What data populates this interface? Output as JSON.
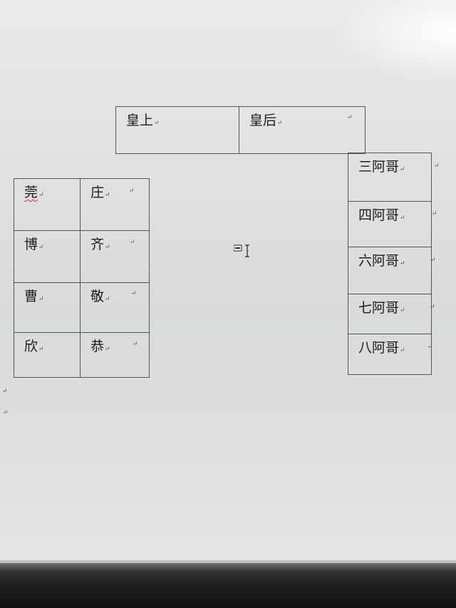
{
  "para_mark": "↵",
  "top_table": {
    "cells": [
      "皇上",
      "皇后"
    ]
  },
  "left_table": {
    "rows": [
      [
        "莞",
        "庄"
      ],
      [
        "博",
        "齐"
      ],
      [
        "曹",
        "敬"
      ],
      [
        "欣",
        "恭"
      ]
    ]
  },
  "right_table": {
    "rows": [
      "三阿哥",
      "四阿哥",
      "六阿哥",
      "七阿哥",
      "八阿哥"
    ]
  },
  "icons": {
    "text_cursor": "i-beam-cursor-icon",
    "paragraph_mark": "paragraph-mark-icon"
  }
}
